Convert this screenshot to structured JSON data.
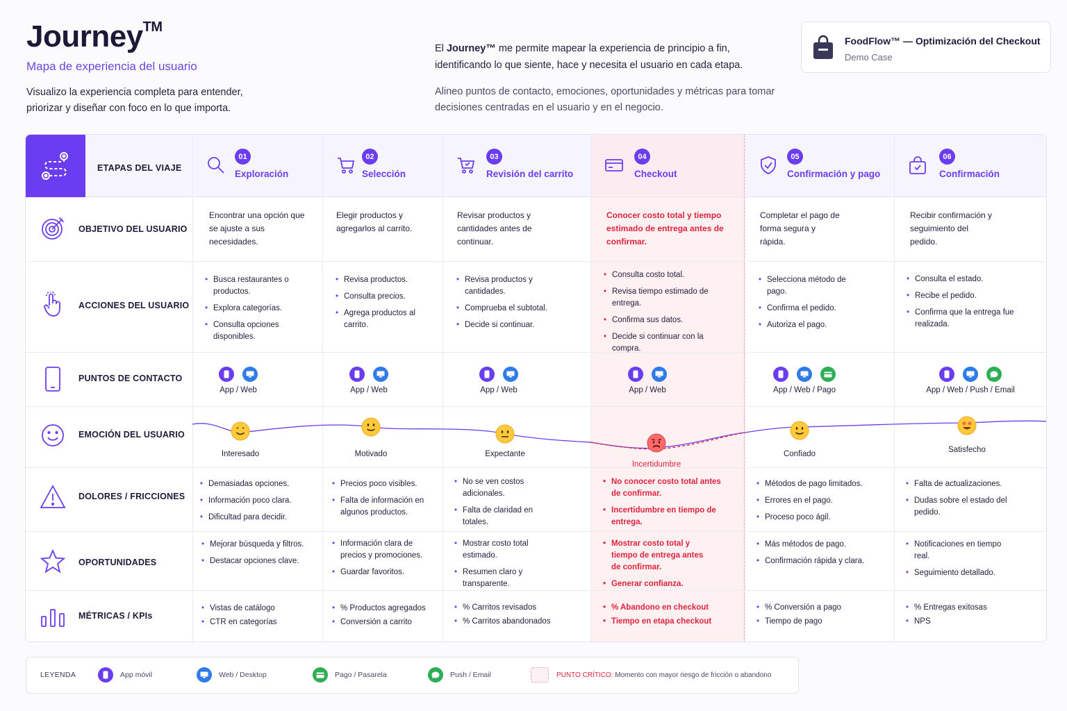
{
  "header": {
    "title": "Journey",
    "title_mark": "TM",
    "subtitle": "Mapa de experiencia del usuario",
    "lead": "Visualizo la experiencia completa para entender, priorizar y diseñar con foco en lo que importa.",
    "intro1_prefix": "El",
    "intro1_brand": "Journey™",
    "intro1_rest": "me permite mapear la experiencia de principio a fin, identificando lo que siente, hace y necesita el usuario en cada etapa.",
    "intro2": "Alineo puntos de contacto, emociones, oportunidades y métricas para tomar decisiones centradas en el usuario y en el negocio."
  },
  "case_card": {
    "title": "FoodFlow™ — Optimización del Checkout",
    "subtitle": "Demo Case",
    "icon": "shopping-bag-icon"
  },
  "colors": {
    "accent": "#6a3df0",
    "critical": "#e0243f",
    "web": "#2f7be8",
    "green": "#2eae55"
  },
  "grid": {
    "header_label": "ETAPAS DEL VIAJE",
    "stages": [
      {
        "num": "01",
        "name": "Exploración",
        "icon": "search-icon"
      },
      {
        "num": "02",
        "name": "Selección",
        "icon": "cart-icon"
      },
      {
        "num": "03",
        "name": "Revisión del carrito",
        "icon": "cart-check-icon"
      },
      {
        "num": "04",
        "name": "Checkout",
        "icon": "credit-card-icon",
        "critical": true
      },
      {
        "num": "05",
        "name": "Confirmación y pago",
        "icon": "shield-check-icon"
      },
      {
        "num": "06",
        "name": "Confirmación",
        "icon": "bag-check-icon"
      }
    ],
    "rows": {
      "objetivo": "OBJETIVO DEL USUARIO",
      "acciones": "ACCIONES DEL USUARIO",
      "puntos": "PUNTOS DE CONTACTO",
      "emocion": "EMOCIÓN DEL USUARIO",
      "dolores": "DOLORES / FRICCIONES",
      "oportunidades": "OPORTUNIDADES",
      "metricas": "MÉTRICAS / KPIs"
    },
    "objetivos": [
      "Encontrar una opción que se ajuste a sus necesidades.",
      "Elegir productos y agregarlos al carrito.",
      "Revisar productos y cantidades antes de continuar.",
      "Conocer costo total y tiempo estimado de entrega antes de confirmar.",
      "Completar el pago de forma segura y rápida.",
      "Recibir confirmación y seguimiento del pedido."
    ],
    "acciones": [
      [
        "Busca restaurantes o productos.",
        "Explora categorías.",
        "Consulta opciones disponibles."
      ],
      [
        "Revisa productos.",
        "Consulta precios.",
        "Agrega productos al carrito."
      ],
      [
        "Revisa productos y cantidades.",
        "Comprueba el subtotal.",
        "Decide si continuar."
      ],
      [
        "Consulta costo total.",
        "Revisa tiempo estimado de entrega.",
        "Confirma sus datos.",
        "Decide si continuar con la compra."
      ],
      [
        "Selecciona método de pago.",
        "Confirma el pedido.",
        "Autoriza el pago."
      ],
      [
        "Consulta el estado.",
        "Recibe el pedido.",
        "Confirma que la entrega fue realizada."
      ]
    ],
    "puntos": [
      {
        "label": "App / Web",
        "channels": [
          "app",
          "web"
        ]
      },
      {
        "label": "App / Web",
        "channels": [
          "app",
          "web"
        ]
      },
      {
        "label": "App / Web",
        "channels": [
          "app",
          "web"
        ]
      },
      {
        "label": "App / Web",
        "channels": [
          "app",
          "web"
        ]
      },
      {
        "label": "App / Web / Pago",
        "channels": [
          "app",
          "web",
          "pago"
        ]
      },
      {
        "label": "App / Web / Push / Email",
        "channels": [
          "app",
          "web",
          "push"
        ]
      }
    ],
    "emociones": [
      {
        "label": "Interesado",
        "face": "smile"
      },
      {
        "label": "Motivado",
        "face": "smile"
      },
      {
        "label": "Expectante",
        "face": "neutral"
      },
      {
        "label": "Incertidumbre",
        "face": "worried"
      },
      {
        "label": "Confiado",
        "face": "smile"
      },
      {
        "label": "Satisfecho",
        "face": "star-eyes"
      }
    ],
    "dolores": [
      [
        "Demasiadas opciones.",
        "Información poco clara.",
        "Dificultad para decidir."
      ],
      [
        "Precios poco visibles.",
        "Falta de información en algunos productos."
      ],
      [
        "No se ven costos adicionales.",
        "Falta de claridad en totales."
      ],
      [
        "No conocer costo total antes de confirmar.",
        "Incertidumbre en tiempo de entrega."
      ],
      [
        "Métodos de pago limitados.",
        "Errores en el pago.",
        "Proceso poco ágil."
      ],
      [
        "Falta de actualizaciones.",
        "Dudas sobre el estado del pedido."
      ]
    ],
    "oportunidades": [
      [
        "Mejorar búsqueda y filtros.",
        "Destacar opciones clave."
      ],
      [
        "Información clara de precios y promociones.",
        "Guardar favoritos."
      ],
      [
        "Mostrar costo total estimado.",
        "Resumen claro y transparente."
      ],
      [
        "Mostrar costo total y tiempo de entrega antes de confirmar.",
        "Generar confianza."
      ],
      [
        "Más métodos de pago.",
        "Confirmación rápida y clara."
      ],
      [
        "Notificaciones en tiempo real.",
        "Seguimiento detallado."
      ]
    ],
    "metricas": [
      [
        "Vistas de catálogo",
        "CTR en categorías"
      ],
      [
        "% Productos agregados",
        "Conversión a carrito"
      ],
      [
        "% Carritos revisados",
        "% Carritos abandonados"
      ],
      [
        "% Abandono en checkout",
        "Tiempo en etapa checkout"
      ],
      [
        "% Conversión a pago",
        "Tiempo de pago"
      ],
      [
        "% Entregas exitosas",
        "NPS"
      ]
    ]
  },
  "legend": {
    "title": "LEYENDA",
    "app": "App móvil",
    "web": "Web / Desktop",
    "pago": "Pago / Pasarela",
    "push": "Push / Email",
    "critical_label": "PUNTO CRÍTICO:",
    "critical_desc": "Momento con mayor riesgo de fricción o abandono"
  }
}
